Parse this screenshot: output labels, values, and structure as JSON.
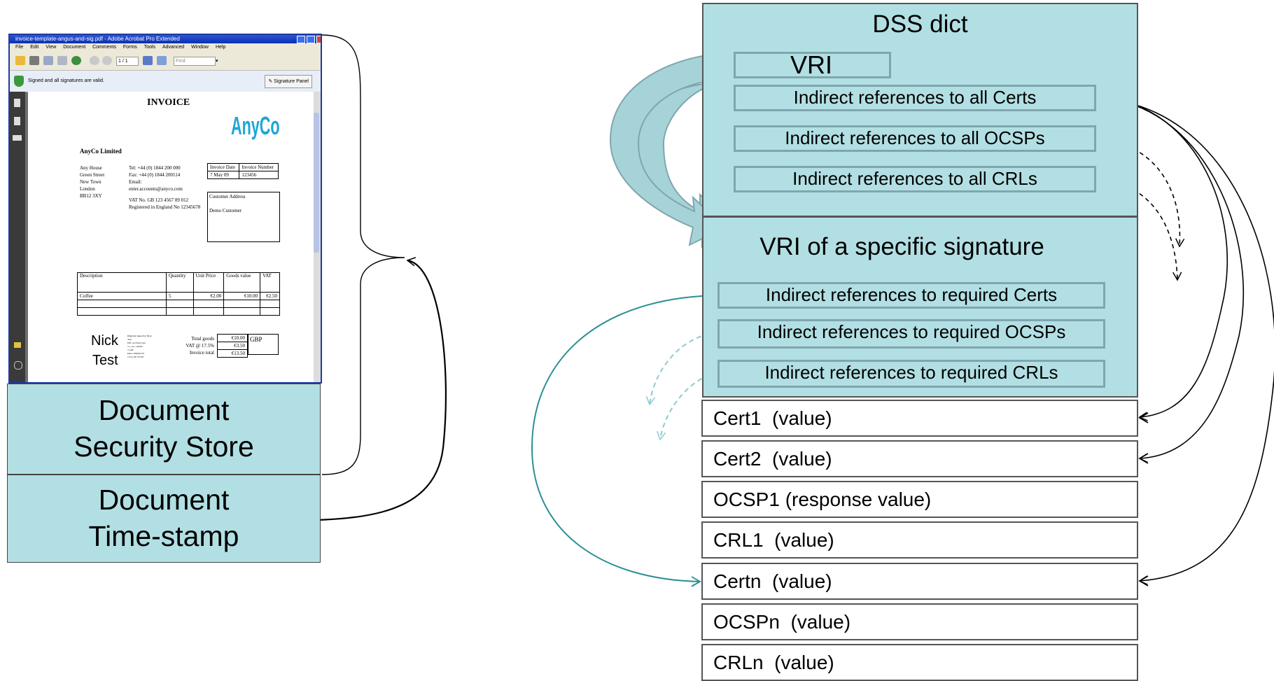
{
  "viewer": {
    "title": "invoice-template-angus-and-sig.pdf - Adobe Acrobat Pro Extended",
    "menu": [
      "File",
      "Edit",
      "View",
      "Document",
      "Comments",
      "Forms",
      "Tools",
      "Advanced",
      "Window",
      "Help"
    ],
    "page_field": "1 / 1",
    "find_placeholder": "Find",
    "signature_status": "Signed and all signatures are valid.",
    "signature_panel_label": "Signature Panel"
  },
  "invoice": {
    "heading": "INVOICE",
    "logo": "AnyCo",
    "company": "AnyCo Limited",
    "address": [
      "Any House",
      "Green Street",
      "New Town",
      "London",
      "BB12 3XY"
    ],
    "contact": [
      "Tel: +44 (0) 1844 200 000",
      "Fax: +44 (0) 1844 200114",
      "Email:",
      "enter.accounts@anyco.com"
    ],
    "vat_no": "VAT No. GB 123 4567 89 012",
    "registration": "Registered in England No 12345678",
    "meta_headers": [
      "Invoice Date",
      "Invoice Number"
    ],
    "meta_values": [
      "7 May 09",
      "123456"
    ],
    "customer_label": "Customer Address",
    "customer_name": "Demo Customer",
    "table_headers": [
      "Description",
      "Quantity",
      "Unit Price",
      "Goods value",
      "VAT"
    ],
    "table_rows": [
      [
        "Coffee",
        "5",
        "€2.00",
        "€10.00",
        "€2.50"
      ]
    ],
    "totals": [
      {
        "label": "Total goods",
        "value": "€10.00"
      },
      {
        "label": "VAT @ 17.5%",
        "value": "€3.50"
      },
      {
        "label": "Invoice total",
        "value": "€13.50"
      }
    ],
    "currency": "GBP",
    "signer_first": "Nick",
    "signer_last": "Test",
    "signature_details": [
      "Digitally signed by Nick",
      "Test",
      "DN: cn=Nick Test,",
      "o=, ou=, email=",
      "c=GB",
      "Date: 2009.05.07",
      "15:21:48 +01'00'"
    ]
  },
  "left_boxes": {
    "dss_line1": "Document",
    "dss_line2": "Security Store",
    "ts_line1": "Document",
    "ts_line2": "Time-stamp"
  },
  "dss": {
    "title": "DSS dict",
    "vri_label": "VRI",
    "refs_all": [
      "Indirect references to all Certs",
      "Indirect references to all OCSPs",
      "Indirect references to all CRLs"
    ],
    "vri_specific_title": "VRI of a specific signature",
    "refs_required": [
      "Indirect references to required Certs",
      "Indirect references to required OCSPs",
      "Indirect references to required CRLs"
    ],
    "values": [
      "Cert1  (value)",
      "Cert2  (value)",
      "OCSP1 (response value)",
      "CRL1  (value)",
      "Certn  (value)",
      "OCSPn  (value)",
      "CRLn  (value)"
    ]
  },
  "colors": {
    "panel_fill": "#b2dfe3",
    "inner_border": "#7fa6ae",
    "teal_arrow": "#2a8f93",
    "dashed_teal": "#8ccbd2",
    "black_arrow": "#000000",
    "big_arrow_fill": "#a6d3d8"
  }
}
